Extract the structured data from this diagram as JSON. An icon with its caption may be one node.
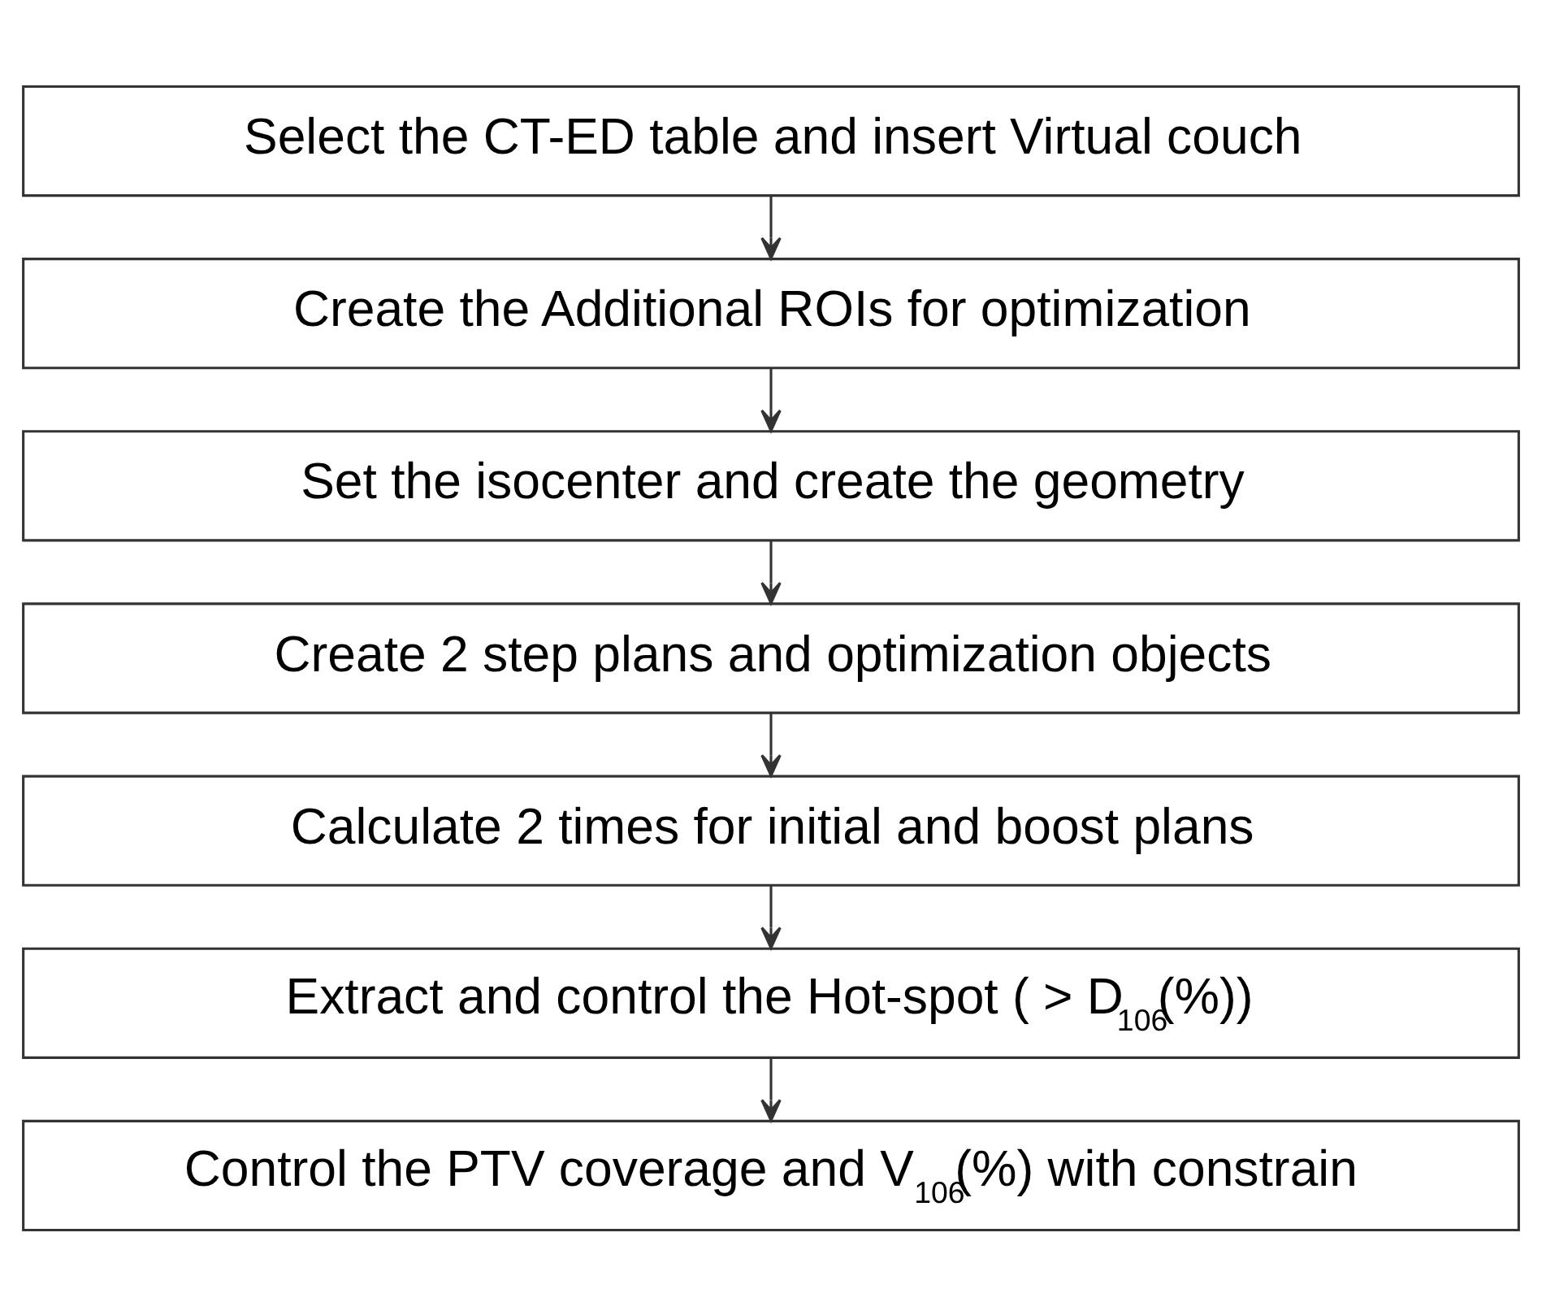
{
  "diagram": {
    "nodes": [
      {
        "text": [
          "Select the CT-ED table and insert Virtual couch"
        ]
      },
      {
        "text": [
          "Create the Additional ROIs for optimization"
        ]
      },
      {
        "text": [
          "Set the isocenter and create the geometry"
        ]
      },
      {
        "text": [
          "Create 2 step plans and optimization objects"
        ]
      },
      {
        "text": [
          "Calculate 2 times for initial and boost plans"
        ]
      },
      {
        "text": [
          "Extract and control the Hot-spot ( > D$_{106}$(%))"
        ]
      },
      {
        "text": [
          "Control the PTV coverage and V$_{106}$(%) with constrain"
        ]
      }
    ],
    "edges": [
      {
        "from": 0,
        "to": 1,
        "arrow": "to"
      },
      {
        "from": 1,
        "to": 2,
        "arrow": "to"
      },
      {
        "from": 2,
        "to": 3,
        "arrow": "to"
      },
      {
        "from": 3,
        "to": 4,
        "arrow": "to"
      },
      {
        "from": 4,
        "to": 5,
        "arrow": "to"
      },
      {
        "from": 5,
        "to": 6,
        "arrow": "to"
      }
    ]
  }
}
